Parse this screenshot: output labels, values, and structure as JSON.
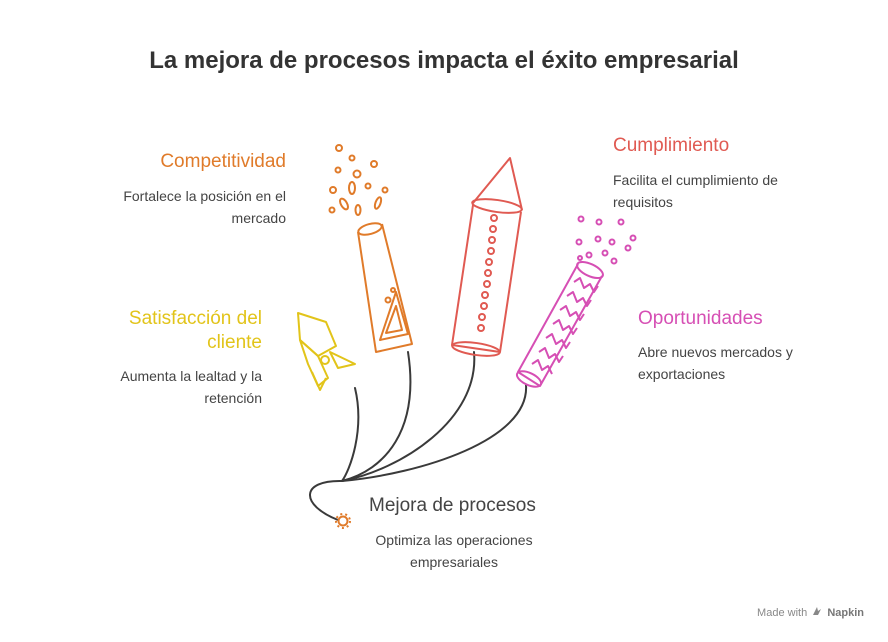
{
  "title": "La mejora de procesos impacta el éxito empresarial",
  "center": {
    "title": "Mejora de procesos",
    "description": "Optimiza las operaciones empresariales"
  },
  "items": [
    {
      "title": "Competitividad",
      "description": "Fortalece la posición en el mercado",
      "color": "#E07B2A",
      "icon": "firework-cone-icon"
    },
    {
      "title": "Cumplimiento",
      "description": "Facilita el cumplimiento de requisitos",
      "color": "#E05A52",
      "icon": "rocket-firework-icon"
    },
    {
      "title": "Satisfacción del cliente",
      "description": "Aumenta la lealtad y la retención",
      "color": "#E2C41A",
      "icon": "small-rocket-icon"
    },
    {
      "title": "Oportunidades",
      "description": "Abre nuevos mercados y exportaciones",
      "color": "#D64FB4",
      "icon": "zigzag-firework-icon"
    }
  ],
  "footer": {
    "prefix": "Made with",
    "brand": "Napkin",
    "icon": "napkin-logo-icon"
  }
}
